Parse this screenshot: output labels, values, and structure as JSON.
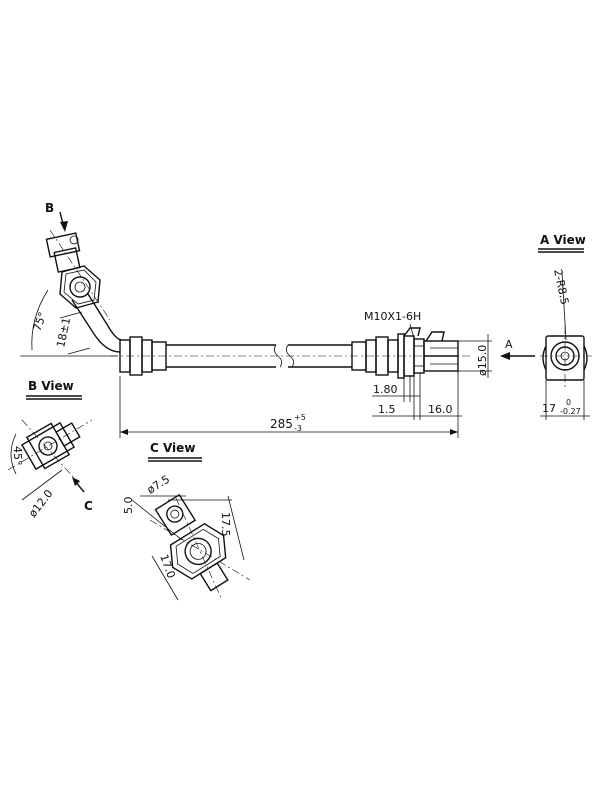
{
  "views": {
    "a_view": "A View",
    "b_view": "B View",
    "c_view": "C View"
  },
  "markers": {
    "a": "A",
    "b": "B",
    "c": "C"
  },
  "dimensions": {
    "thread": "M10X1-6H",
    "dia_15": "ø15.0",
    "d_1_80": "1.80",
    "d_1_5": "1.5",
    "d_16_0": "16.0",
    "length_285": "285",
    "length_285_tol_plus": "+5",
    "length_285_tol_minus": "-3",
    "angle_75": "75°",
    "d_18": "18±1",
    "radius_r8_5": "2-R8.5",
    "d_17": "17",
    "d_17_tol_upper": "0",
    "d_17_tol_lower": "-0.27",
    "angle_45": "45°",
    "dia_12": "ø12.0",
    "d_5_0": "5.0",
    "dia_7_5": "ø7.5",
    "d_17_5": "17.5",
    "d_17_0": "17.0"
  }
}
